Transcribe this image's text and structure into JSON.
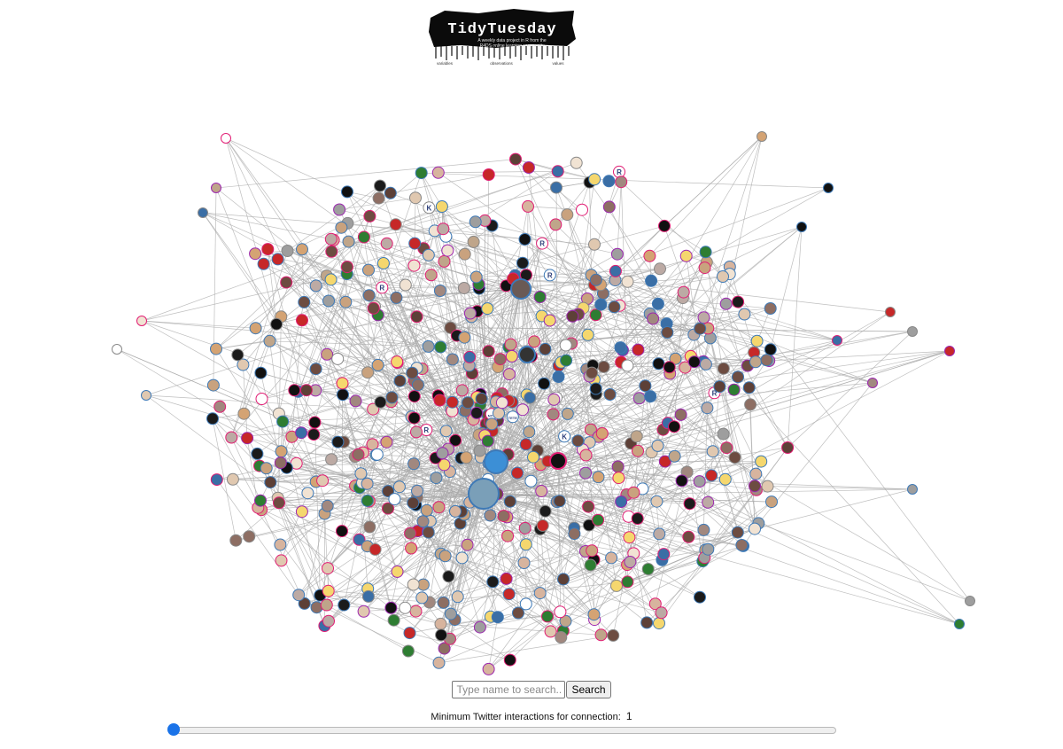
{
  "logo": {
    "title": "TidyTuesday",
    "tagline_line1": "A weekly data project in R from the",
    "tagline_line2": "R4DS online learning community",
    "caption_left": "variables",
    "caption_middle": "observations",
    "caption_right": "values"
  },
  "search": {
    "placeholder": "Type name to search...",
    "value": "",
    "button_label": "Search"
  },
  "slider": {
    "label": "Minimum Twitter interactions for connection:",
    "value": "1",
    "min": 1,
    "current": 1
  },
  "graph": {
    "node_letter_labels": [
      "R",
      "R",
      "R",
      "R",
      "R",
      "R",
      "R",
      "R",
      "K",
      "K",
      "TETE",
      "NYT"
    ],
    "highlighted_nodes": [
      "center-hub-avatar",
      "blue-bird-avatar",
      "bearded-avatar"
    ]
  },
  "colors": {
    "edge": "#a9a9a9",
    "slider_thumb": "#1a73e8",
    "accent_pink": "#e11d74",
    "node_border_blue": "#3e79b6"
  }
}
